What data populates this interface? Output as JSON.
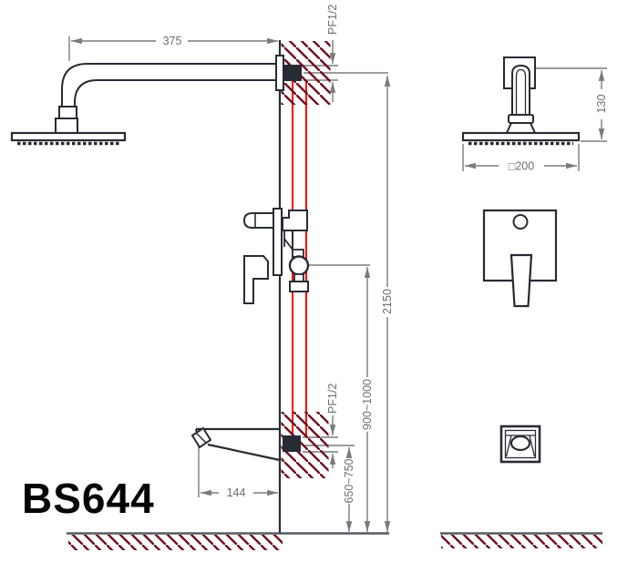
{
  "model": "BS644",
  "colors": {
    "drawing_line": "#272b34",
    "dimension_line": "#7b7b7b",
    "supply_line_red": "#fe0000",
    "wall_hatch_maroon": "#70101f",
    "ground_line": "#565b63"
  },
  "dimensions": {
    "arm_length": "375",
    "inlet_thread_top": "PF1/2",
    "total_height": "2150",
    "mixer_height_range": "900~1000",
    "spout_thread": "PF1/2",
    "spout_height_range": "650~750",
    "spout_length": "144",
    "head_drop": "130",
    "head_width": "□200"
  }
}
